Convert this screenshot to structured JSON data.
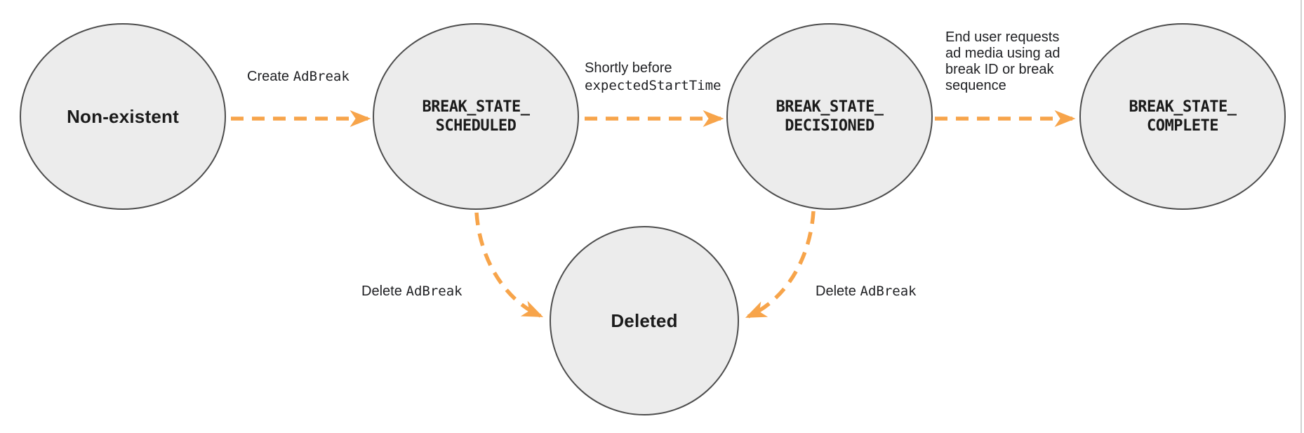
{
  "diagram": {
    "kind": "ad-break-state-diagram",
    "nodes": {
      "non_existent": {
        "label": "Non-existent"
      },
      "scheduled": {
        "line1": "BREAK_STATE_",
        "line2": "SCHEDULED"
      },
      "decisioned": {
        "line1": "BREAK_STATE_",
        "line2": "DECISIONED"
      },
      "complete": {
        "line1": "BREAK_STATE_",
        "line2": "COMPLETE"
      },
      "deleted": {
        "label": "Deleted"
      }
    },
    "edges": {
      "create": {
        "plain": "Create",
        "code": "AdBreak"
      },
      "decision": {
        "plain": "Shortly before",
        "code": "expectedStartTime"
      },
      "complete": {
        "plain": "End user requests ad media using ad break ID or break sequence"
      },
      "delete_from_scheduled": {
        "plain": "Delete",
        "code": "AdBreak"
      },
      "delete_from_decisioned": {
        "plain": "Delete",
        "code": "AdBreak"
      }
    }
  },
  "colors": {
    "arrow": "#F7A44A",
    "node_fill": "#ECECEC",
    "node_border": "#4D4D4D",
    "node_text": "#1B1B1B",
    "label_text": "#202124",
    "page_edge": "#D1D1D1"
  }
}
